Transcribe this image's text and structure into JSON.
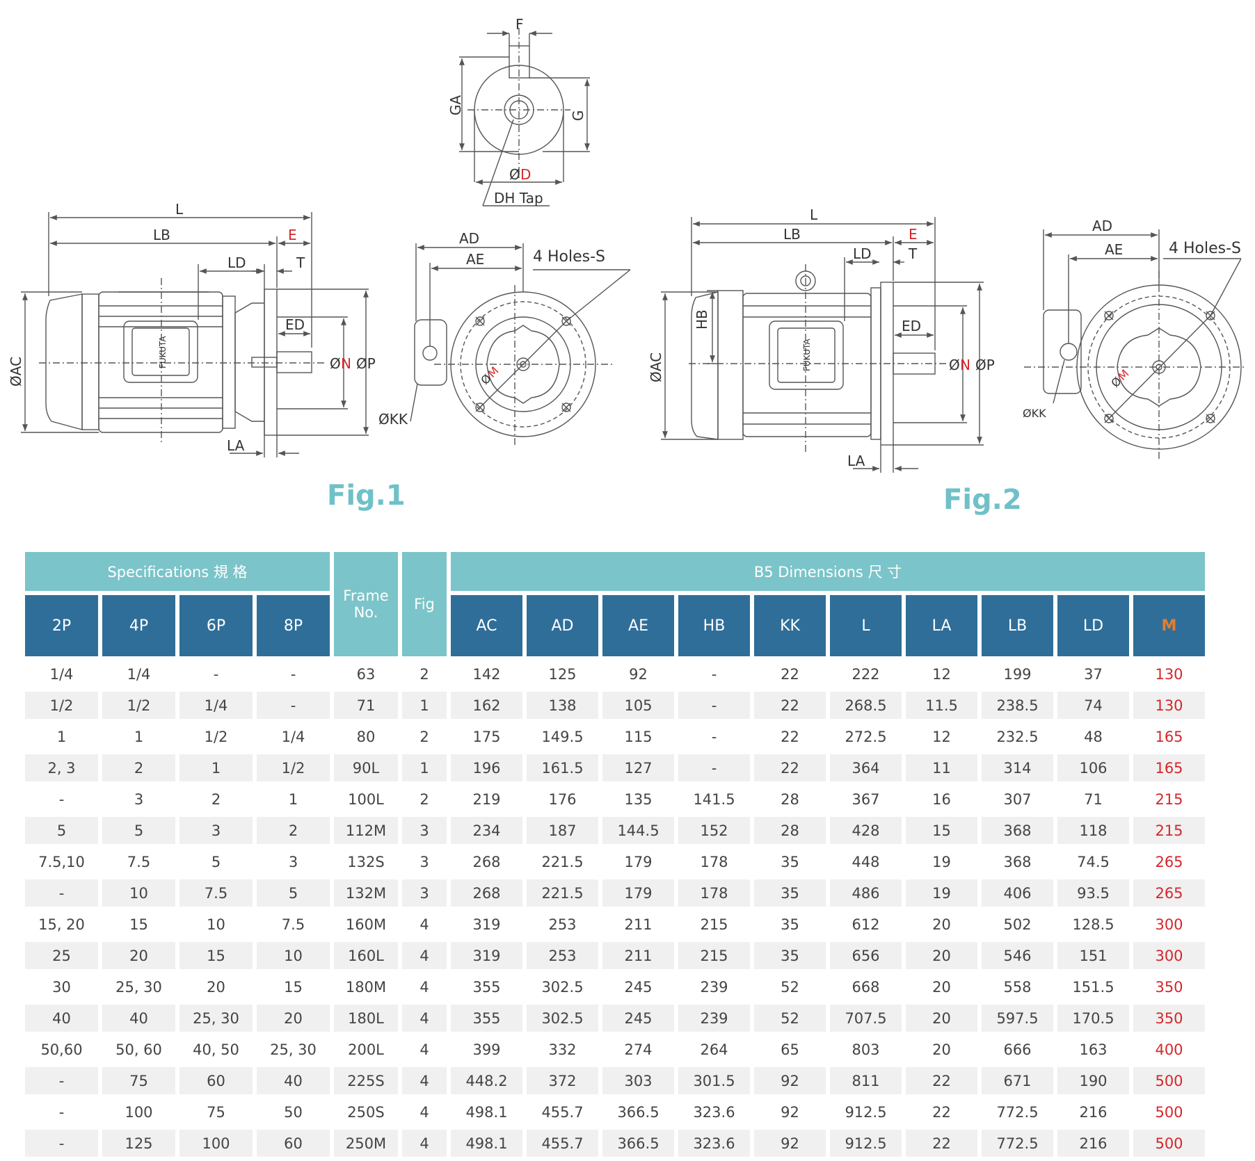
{
  "colors": {
    "teal_header": "#7bc4c9",
    "blue_header": "#2f6e99",
    "accent_red": "#d6262b",
    "accent_orange": "#e87d2c",
    "fig_label": "#6fc1c8",
    "row_alt": "#f0f0f0",
    "line": "#555555"
  },
  "drawings": {
    "shaft_end": {
      "labels": {
        "f": "F",
        "ga": "GA",
        "g": "G",
        "d_prefix": "Ø",
        "d": "D",
        "tap": "DH Tap"
      }
    },
    "fig1": {
      "caption": "Fig.1",
      "side": {
        "l": "L",
        "lb": "LB",
        "e": "E",
        "ld": "LD",
        "t": "T",
        "ed": "ED",
        "ac": "ØAC",
        "n_prefix": "Ø",
        "n": "N",
        "p": "ØP",
        "la": "LA",
        "brand": "FUKUTA"
      },
      "front": {
        "ad": "AD",
        "ae": "AE",
        "holes": "4 Holes-S",
        "kk": "ØKK",
        "m_prefix": "Ø",
        "m": "M"
      }
    },
    "fig2": {
      "caption": "Fig.2",
      "side": {
        "l": "L",
        "lb": "LB",
        "e": "E",
        "ld": "LD",
        "t": "T",
        "ed": "ED",
        "hb": "HB",
        "ac": "ØAC",
        "n_prefix": "Ø",
        "n": "N",
        "p": "ØP",
        "la": "LA",
        "brand": "FUKUTA"
      },
      "front": {
        "ad": "AD",
        "ae": "AE",
        "holes": "4 Holes-S",
        "kk": "ØKK",
        "m_prefix": "Ø",
        "m": "M"
      }
    }
  },
  "table": {
    "group_headers": {
      "specifications": "Specifications 規 格",
      "frame": "Frame No.",
      "fig": "Fig",
      "dimensions": "B5 Dimensions 尺 寸"
    },
    "spec_columns": [
      "2P",
      "4P",
      "6P",
      "8P"
    ],
    "dim_columns": [
      "AC",
      "AD",
      "AE",
      "HB",
      "KK",
      "L",
      "LA",
      "LB",
      "LD",
      "M"
    ],
    "rows": [
      [
        "1/4",
        "1/4",
        "-",
        "-",
        "63",
        "2",
        "142",
        "125",
        "92",
        "-",
        "22",
        "222",
        "12",
        "199",
        "37",
        "130"
      ],
      [
        "1/2",
        "1/2",
        "1/4",
        "-",
        "71",
        "1",
        "162",
        "138",
        "105",
        "-",
        "22",
        "268.5",
        "11.5",
        "238.5",
        "74",
        "130"
      ],
      [
        "1",
        "1",
        "1/2",
        "1/4",
        "80",
        "2",
        "175",
        "149.5",
        "115",
        "-",
        "22",
        "272.5",
        "12",
        "232.5",
        "48",
        "165"
      ],
      [
        "2, 3",
        "2",
        "1",
        "1/2",
        "90L",
        "1",
        "196",
        "161.5",
        "127",
        "-",
        "22",
        "364",
        "11",
        "314",
        "106",
        "165"
      ],
      [
        "-",
        "3",
        "2",
        "1",
        "100L",
        "2",
        "219",
        "176",
        "135",
        "141.5",
        "28",
        "367",
        "16",
        "307",
        "71",
        "215"
      ],
      [
        "5",
        "5",
        "3",
        "2",
        "112M",
        "3",
        "234",
        "187",
        "144.5",
        "152",
        "28",
        "428",
        "15",
        "368",
        "118",
        "215"
      ],
      [
        "7.5,10",
        "7.5",
        "5",
        "3",
        "132S",
        "3",
        "268",
        "221.5",
        "179",
        "178",
        "35",
        "448",
        "19",
        "368",
        "74.5",
        "265"
      ],
      [
        "-",
        "10",
        "7.5",
        "5",
        "132M",
        "3",
        "268",
        "221.5",
        "179",
        "178",
        "35",
        "486",
        "19",
        "406",
        "93.5",
        "265"
      ],
      [
        "15, 20",
        "15",
        "10",
        "7.5",
        "160M",
        "4",
        "319",
        "253",
        "211",
        "215",
        "35",
        "612",
        "20",
        "502",
        "128.5",
        "300"
      ],
      [
        "25",
        "20",
        "15",
        "10",
        "160L",
        "4",
        "319",
        "253",
        "211",
        "215",
        "35",
        "656",
        "20",
        "546",
        "151",
        "300"
      ],
      [
        "30",
        "25, 30",
        "20",
        "15",
        "180M",
        "4",
        "355",
        "302.5",
        "245",
        "239",
        "52",
        "668",
        "20",
        "558",
        "151.5",
        "350"
      ],
      [
        "40",
        "40",
        "25, 30",
        "20",
        "180L",
        "4",
        "355",
        "302.5",
        "245",
        "239",
        "52",
        "707.5",
        "20",
        "597.5",
        "170.5",
        "350"
      ],
      [
        "50,60",
        "50, 60",
        "40, 50",
        "25, 30",
        "200L",
        "4",
        "399",
        "332",
        "274",
        "264",
        "65",
        "803",
        "20",
        "666",
        "163",
        "400"
      ],
      [
        "-",
        "75",
        "60",
        "40",
        "225S",
        "4",
        "448.2",
        "372",
        "303",
        "301.5",
        "92",
        "811",
        "22",
        "671",
        "190",
        "500"
      ],
      [
        "-",
        "100",
        "75",
        "50",
        "250S",
        "4",
        "498.1",
        "455.7",
        "366.5",
        "323.6",
        "92",
        "912.5",
        "22",
        "772.5",
        "216",
        "500"
      ],
      [
        "-",
        "125",
        "100",
        "60",
        "250M",
        "4",
        "498.1",
        "455.7",
        "366.5",
        "323.6",
        "92",
        "912.5",
        "22",
        "772.5",
        "216",
        "500"
      ]
    ]
  }
}
